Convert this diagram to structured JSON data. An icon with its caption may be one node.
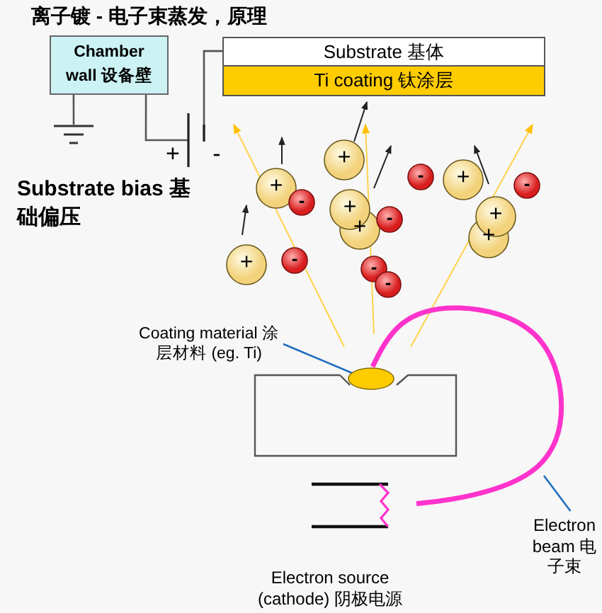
{
  "diagram": {
    "title": "离子镀 - 电子束蒸发，原理",
    "nodes": [
      {
        "text": [
          "Chamber wall 设备壁"
        ]
      },
      {
        "text": [
          "Substrate 基体"
        ]
      },
      {
        "text": [
          "Ti coating 钛涂层"
        ]
      },
      {
        "text": [
          "Coating material 涂层材料 (eg. Ti)"
        ]
      },
      {
        "text": [],
        "shape": "ellipse"
      },
      {
        "text": [
          "Electron source (cathode) 阴极电源"
        ]
      },
      {
        "text": [
          "Electron beam 电子束"
        ]
      },
      {
        "text": [],
        "shape": "ground"
      },
      {
        "text": [],
        "shape": "battery"
      }
    ],
    "edges": [
      {
        "from": 0,
        "to": 7,
        "arrow": "none"
      },
      {
        "from": 0,
        "to": 8,
        "arrow": "none"
      },
      {
        "from": 8,
        "to": 1,
        "arrow": "none"
      },
      {
        "from": 3,
        "to": 4,
        "arrow": "none",
        "color": "#1f6fc0"
      },
      {
        "from": 5,
        "to": 4,
        "arrow": "none",
        "style": "thick",
        "color": "#ff33cc"
      },
      {
        "from": 6,
        "to": null,
        "arrow": "none",
        "color": "#1f6fc0"
      }
    ],
    "labels": [
      "+",
      "-",
      "Substrate bias 基础偏压",
      "+",
      "+",
      "+",
      "+",
      "+",
      "+",
      "+",
      "+",
      "-",
      "-",
      "-",
      "-",
      "-",
      "-",
      "-"
    ]
  }
}
